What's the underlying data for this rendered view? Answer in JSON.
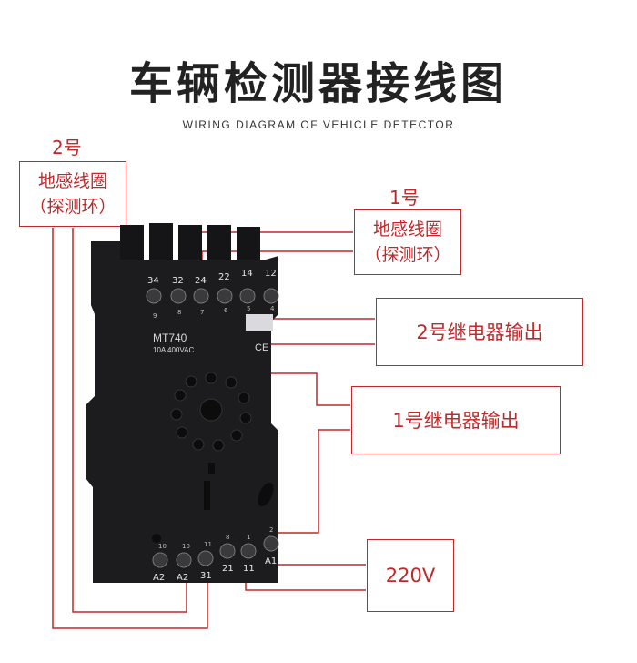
{
  "title": "车辆检测器接线图",
  "subtitle": "WIRING DIAGRAM OF VEHICLE DETECTOR",
  "loop2": {
    "number": "2号",
    "line1": "地感线圈",
    "line2": "（探测环）"
  },
  "loop1": {
    "number": "1号",
    "line1": "地感线圈",
    "line2": "（探测环）"
  },
  "relay2_output": "2号继电器输出",
  "relay1_output": "1号继电器输出",
  "power": "220V",
  "device": {
    "model": "MT740",
    "rating": "10A 400VAC",
    "ce_mark": "CE",
    "top_terminals": [
      "34",
      "32",
      "24",
      "22",
      "14",
      "12"
    ],
    "top_sub": [
      "9",
      "8",
      "7",
      "6",
      "5",
      "4"
    ],
    "bottom_terminals": [
      "A2",
      "A2",
      "31",
      "21",
      "11",
      "A1"
    ],
    "bottom_sub": [
      "10",
      "10",
      "11",
      "8",
      "1",
      "2"
    ]
  },
  "colors": {
    "accent": "#c0282a",
    "device": "#1c1c1e",
    "text": "#222222"
  }
}
